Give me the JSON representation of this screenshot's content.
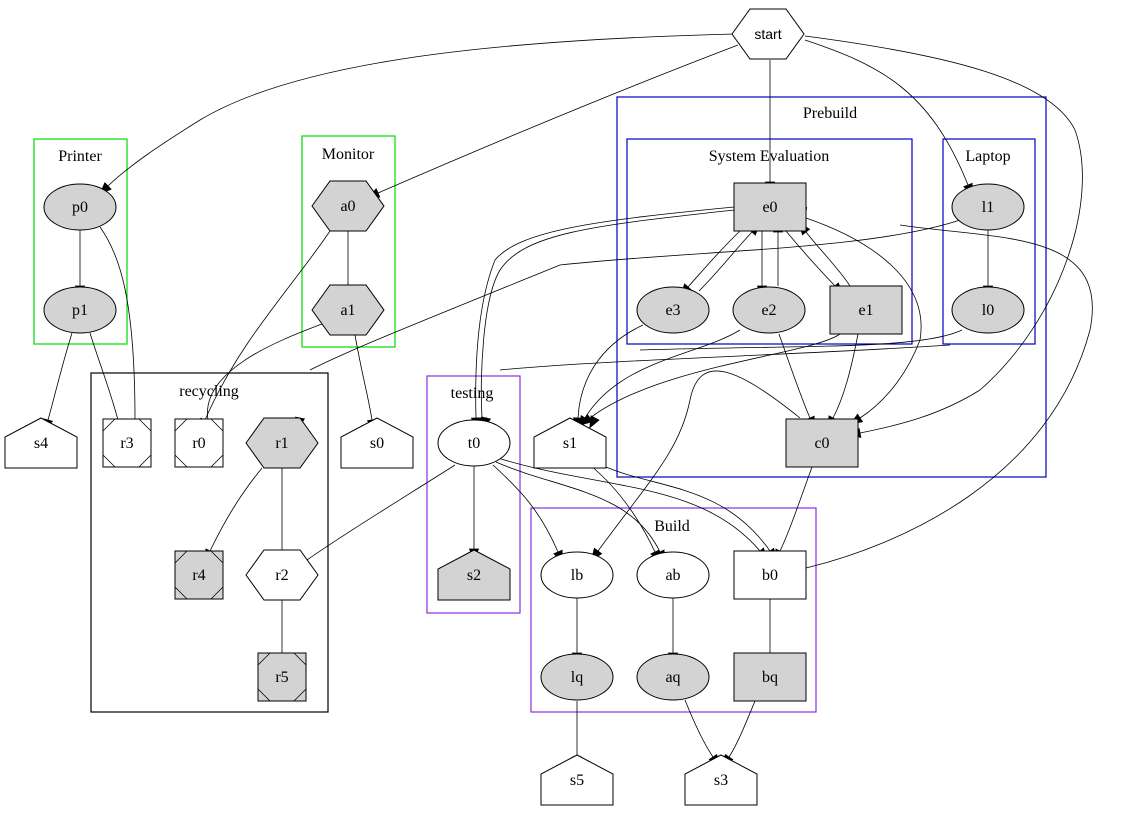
{
  "diagram": {
    "type": "graphviz-digraph",
    "clusters": [
      {
        "id": "printer",
        "label": "Printer",
        "color": "#00dd00"
      },
      {
        "id": "monitor",
        "label": "Monitor",
        "color": "#00dd00"
      },
      {
        "id": "prebuild",
        "label": "Prebuild",
        "color": "#0000c0"
      },
      {
        "id": "sysEval",
        "label": "System Evaluation",
        "color": "#0000c0"
      },
      {
        "id": "laptop",
        "label": "Laptop",
        "color": "#0000c0"
      },
      {
        "id": "recycling",
        "label": "recycling",
        "color": "#000000"
      },
      {
        "id": "testing",
        "label": "testing",
        "color": "#8a2be2"
      },
      {
        "id": "build",
        "label": "Build",
        "color": "#8a2be2"
      }
    ],
    "nodes": {
      "start": {
        "label": "start",
        "shape": "hexagon",
        "fill": "#ffffff"
      },
      "p0": {
        "label": "p0",
        "shape": "ellipse",
        "fill": "#d3d3d3"
      },
      "p1": {
        "label": "p1",
        "shape": "ellipse",
        "fill": "#d3d3d3"
      },
      "a0": {
        "label": "a0",
        "shape": "hexagon",
        "fill": "#d3d3d3"
      },
      "a1": {
        "label": "a1",
        "shape": "hexagon",
        "fill": "#d3d3d3"
      },
      "e0": {
        "label": "e0",
        "shape": "box",
        "fill": "#d3d3d3"
      },
      "e1": {
        "label": "e1",
        "shape": "box",
        "fill": "#d3d3d3"
      },
      "e2": {
        "label": "e2",
        "shape": "ellipse",
        "fill": "#d3d3d3"
      },
      "e3": {
        "label": "e3",
        "shape": "ellipse",
        "fill": "#d3d3d3"
      },
      "l0": {
        "label": "l0",
        "shape": "ellipse",
        "fill": "#d3d3d3"
      },
      "l1": {
        "label": "l1",
        "shape": "ellipse",
        "fill": "#d3d3d3"
      },
      "c0": {
        "label": "c0",
        "shape": "box",
        "fill": "#d3d3d3"
      },
      "s0": {
        "label": "s0",
        "shape": "house",
        "fill": "#ffffff"
      },
      "s1": {
        "label": "s1",
        "shape": "house",
        "fill": "#ffffff"
      },
      "s2": {
        "label": "s2",
        "shape": "house",
        "fill": "#d3d3d3"
      },
      "s3": {
        "label": "s3",
        "shape": "house",
        "fill": "#ffffff"
      },
      "s4": {
        "label": "s4",
        "shape": "house",
        "fill": "#ffffff"
      },
      "s5": {
        "label": "s5",
        "shape": "house",
        "fill": "#ffffff"
      },
      "r0": {
        "label": "r0",
        "shape": "Msquare",
        "fill": "#ffffff"
      },
      "r1": {
        "label": "r1",
        "shape": "hexagon",
        "fill": "#d3d3d3"
      },
      "r2": {
        "label": "r2",
        "shape": "hexagon",
        "fill": "#ffffff"
      },
      "r3": {
        "label": "r3",
        "shape": "Msquare",
        "fill": "#ffffff"
      },
      "r4": {
        "label": "r4",
        "shape": "Msquare",
        "fill": "#d3d3d3"
      },
      "r5": {
        "label": "r5",
        "shape": "Msquare",
        "fill": "#d3d3d3"
      },
      "t0": {
        "label": "t0",
        "shape": "ellipse",
        "fill": "#ffffff"
      },
      "lb": {
        "label": "lb",
        "shape": "ellipse",
        "fill": "#ffffff"
      },
      "ab": {
        "label": "ab",
        "shape": "ellipse",
        "fill": "#ffffff"
      },
      "b0": {
        "label": "b0",
        "shape": "box",
        "fill": "#ffffff"
      },
      "lq": {
        "label": "lq",
        "shape": "ellipse",
        "fill": "#d3d3d3"
      },
      "aq": {
        "label": "aq",
        "shape": "ellipse",
        "fill": "#d3d3d3"
      },
      "bq": {
        "label": "bq",
        "shape": "box",
        "fill": "#d3d3d3"
      }
    },
    "edges": [
      [
        "start",
        "p0"
      ],
      [
        "start",
        "a0"
      ],
      [
        "start",
        "e0"
      ],
      [
        "start",
        "l1"
      ],
      [
        "start",
        "c0"
      ],
      [
        "p0",
        "p1"
      ],
      [
        "p0",
        "r3"
      ],
      [
        "p1",
        "r3"
      ],
      [
        "p1",
        "s4"
      ],
      [
        "a0",
        "a1"
      ],
      [
        "a0",
        "r0"
      ],
      [
        "a1",
        "r0"
      ],
      [
        "a1",
        "s0"
      ],
      [
        "e0",
        "e1"
      ],
      [
        "e0",
        "e2"
      ],
      [
        "e0",
        "e3"
      ],
      [
        "e1",
        "e0"
      ],
      [
        "e2",
        "e0"
      ],
      [
        "e3",
        "e0"
      ],
      [
        "e0",
        "t0"
      ],
      [
        "e0",
        "t0"
      ],
      [
        "e0",
        "c0"
      ],
      [
        "e1",
        "c0"
      ],
      [
        "e2",
        "c0"
      ],
      [
        "e3",
        "s1"
      ],
      [
        "e2",
        "s1"
      ],
      [
        "e1",
        "s1"
      ],
      [
        "l1",
        "l0"
      ],
      [
        "l1",
        "r1"
      ],
      [
        "l0",
        "s1"
      ],
      [
        "l0",
        "t0"
      ],
      [
        "c0",
        "b0"
      ],
      [
        "c0",
        "lb"
      ],
      [
        "r1",
        "r2"
      ],
      [
        "r1",
        "r4"
      ],
      [
        "r2",
        "r5"
      ],
      [
        "t0",
        "s2"
      ],
      [
        "t0",
        "r2"
      ],
      [
        "t0",
        "lb"
      ],
      [
        "t0",
        "ab"
      ],
      [
        "t0",
        "b0"
      ],
      [
        "s1",
        "ab"
      ],
      [
        "s1",
        "b0"
      ],
      [
        "lb",
        "lq"
      ],
      [
        "ab",
        "aq"
      ],
      [
        "b0",
        "bq"
      ],
      [
        "b0",
        "e0"
      ],
      [
        "lq",
        "s5"
      ],
      [
        "aq",
        "s3"
      ],
      [
        "bq",
        "s3"
      ]
    ]
  }
}
